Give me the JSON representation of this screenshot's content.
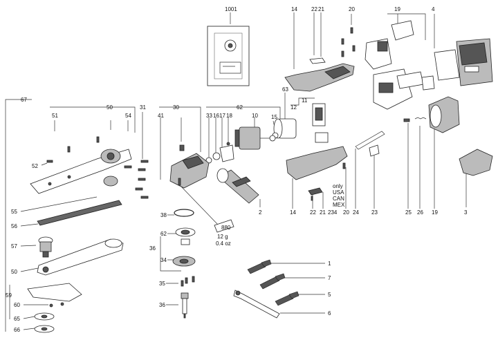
{
  "callouts": {
    "c1001": "1001",
    "c14a": "14",
    "c22a": "22",
    "c21a": "21",
    "c20a": "20",
    "c19a": "19",
    "c4": "4",
    "c67": "67",
    "c30": "30",
    "c62": "62",
    "c50a": "50",
    "c31": "31",
    "c51": "51",
    "c54": "54",
    "c41": "41",
    "c33": "33",
    "c16": "16",
    "c17": "17",
    "c18": "18",
    "c10": "10",
    "c63": "63",
    "c12": "12",
    "c11": "11",
    "c15": "15",
    "c52": "52",
    "c55": "55",
    "c56": "56",
    "c57": "57",
    "c50b": "50",
    "c59": "59",
    "c60": "60",
    "c65": "65",
    "c66": "66",
    "c38": "38",
    "c62b": "62",
    "c36a": "36",
    "c34": "34",
    "c35": "35",
    "c36b": "36",
    "c2": "2",
    "c14b": "14",
    "c22b": "22",
    "c21b": "21",
    "c234": "234",
    "c20b": "20",
    "c24": "24",
    "c23": "23",
    "c25": "25",
    "c26": "26",
    "c19b": "19",
    "c3": "3",
    "c1": "1",
    "c7": "7",
    "c5": "5",
    "c6": "6"
  },
  "grease_tube": {
    "label": "880",
    "weight": "12 g",
    "weight_oz": "0.4 oz"
  },
  "region_note": [
    "only",
    "USA",
    "CAN",
    "MEX"
  ]
}
